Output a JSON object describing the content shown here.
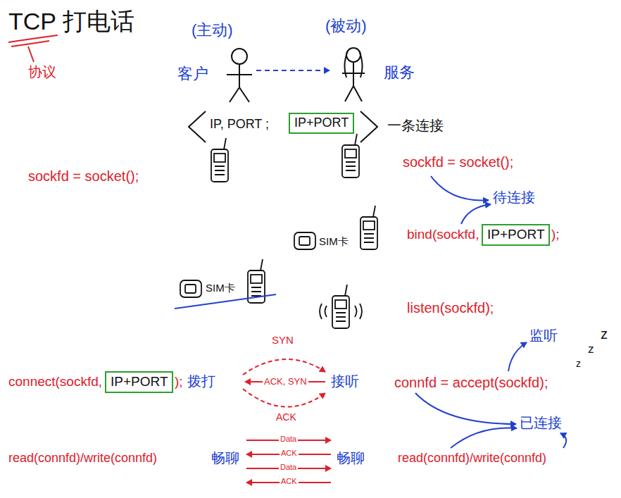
{
  "diagram": {
    "title": "TCP 打电话",
    "nodes": [
      {
        "text": [
          "IP+PORT"
        ]
      },
      {
        "text": [
          "IP+PORT"
        ]
      },
      {
        "text": [
          "IP+PORT"
        ]
      }
    ],
    "labels": [
      "协议",
      "(主动)",
      "(被动)",
      "客户",
      "服务",
      "IP, PORT ;",
      "一条连接",
      "sockfd = socket();",
      "sockfd = socket();",
      "待连接",
      "SIM卡",
      "bind(sockfd,",
      ");",
      "SIM卡",
      "listen(sockfd);",
      "监听",
      "z",
      "z",
      "z",
      "connect(sockfd,",
      ");",
      "拨打",
      "SYN",
      "ACK, SYN",
      "ACK",
      "接听",
      "connfd = accept(sockfd);",
      "已连接",
      "read(connfd)/write(connfd)",
      "畅聊",
      "Data",
      "ACK",
      "Data",
      "ACK",
      "畅聊",
      "read(connfd)/write(connfd)"
    ]
  }
}
